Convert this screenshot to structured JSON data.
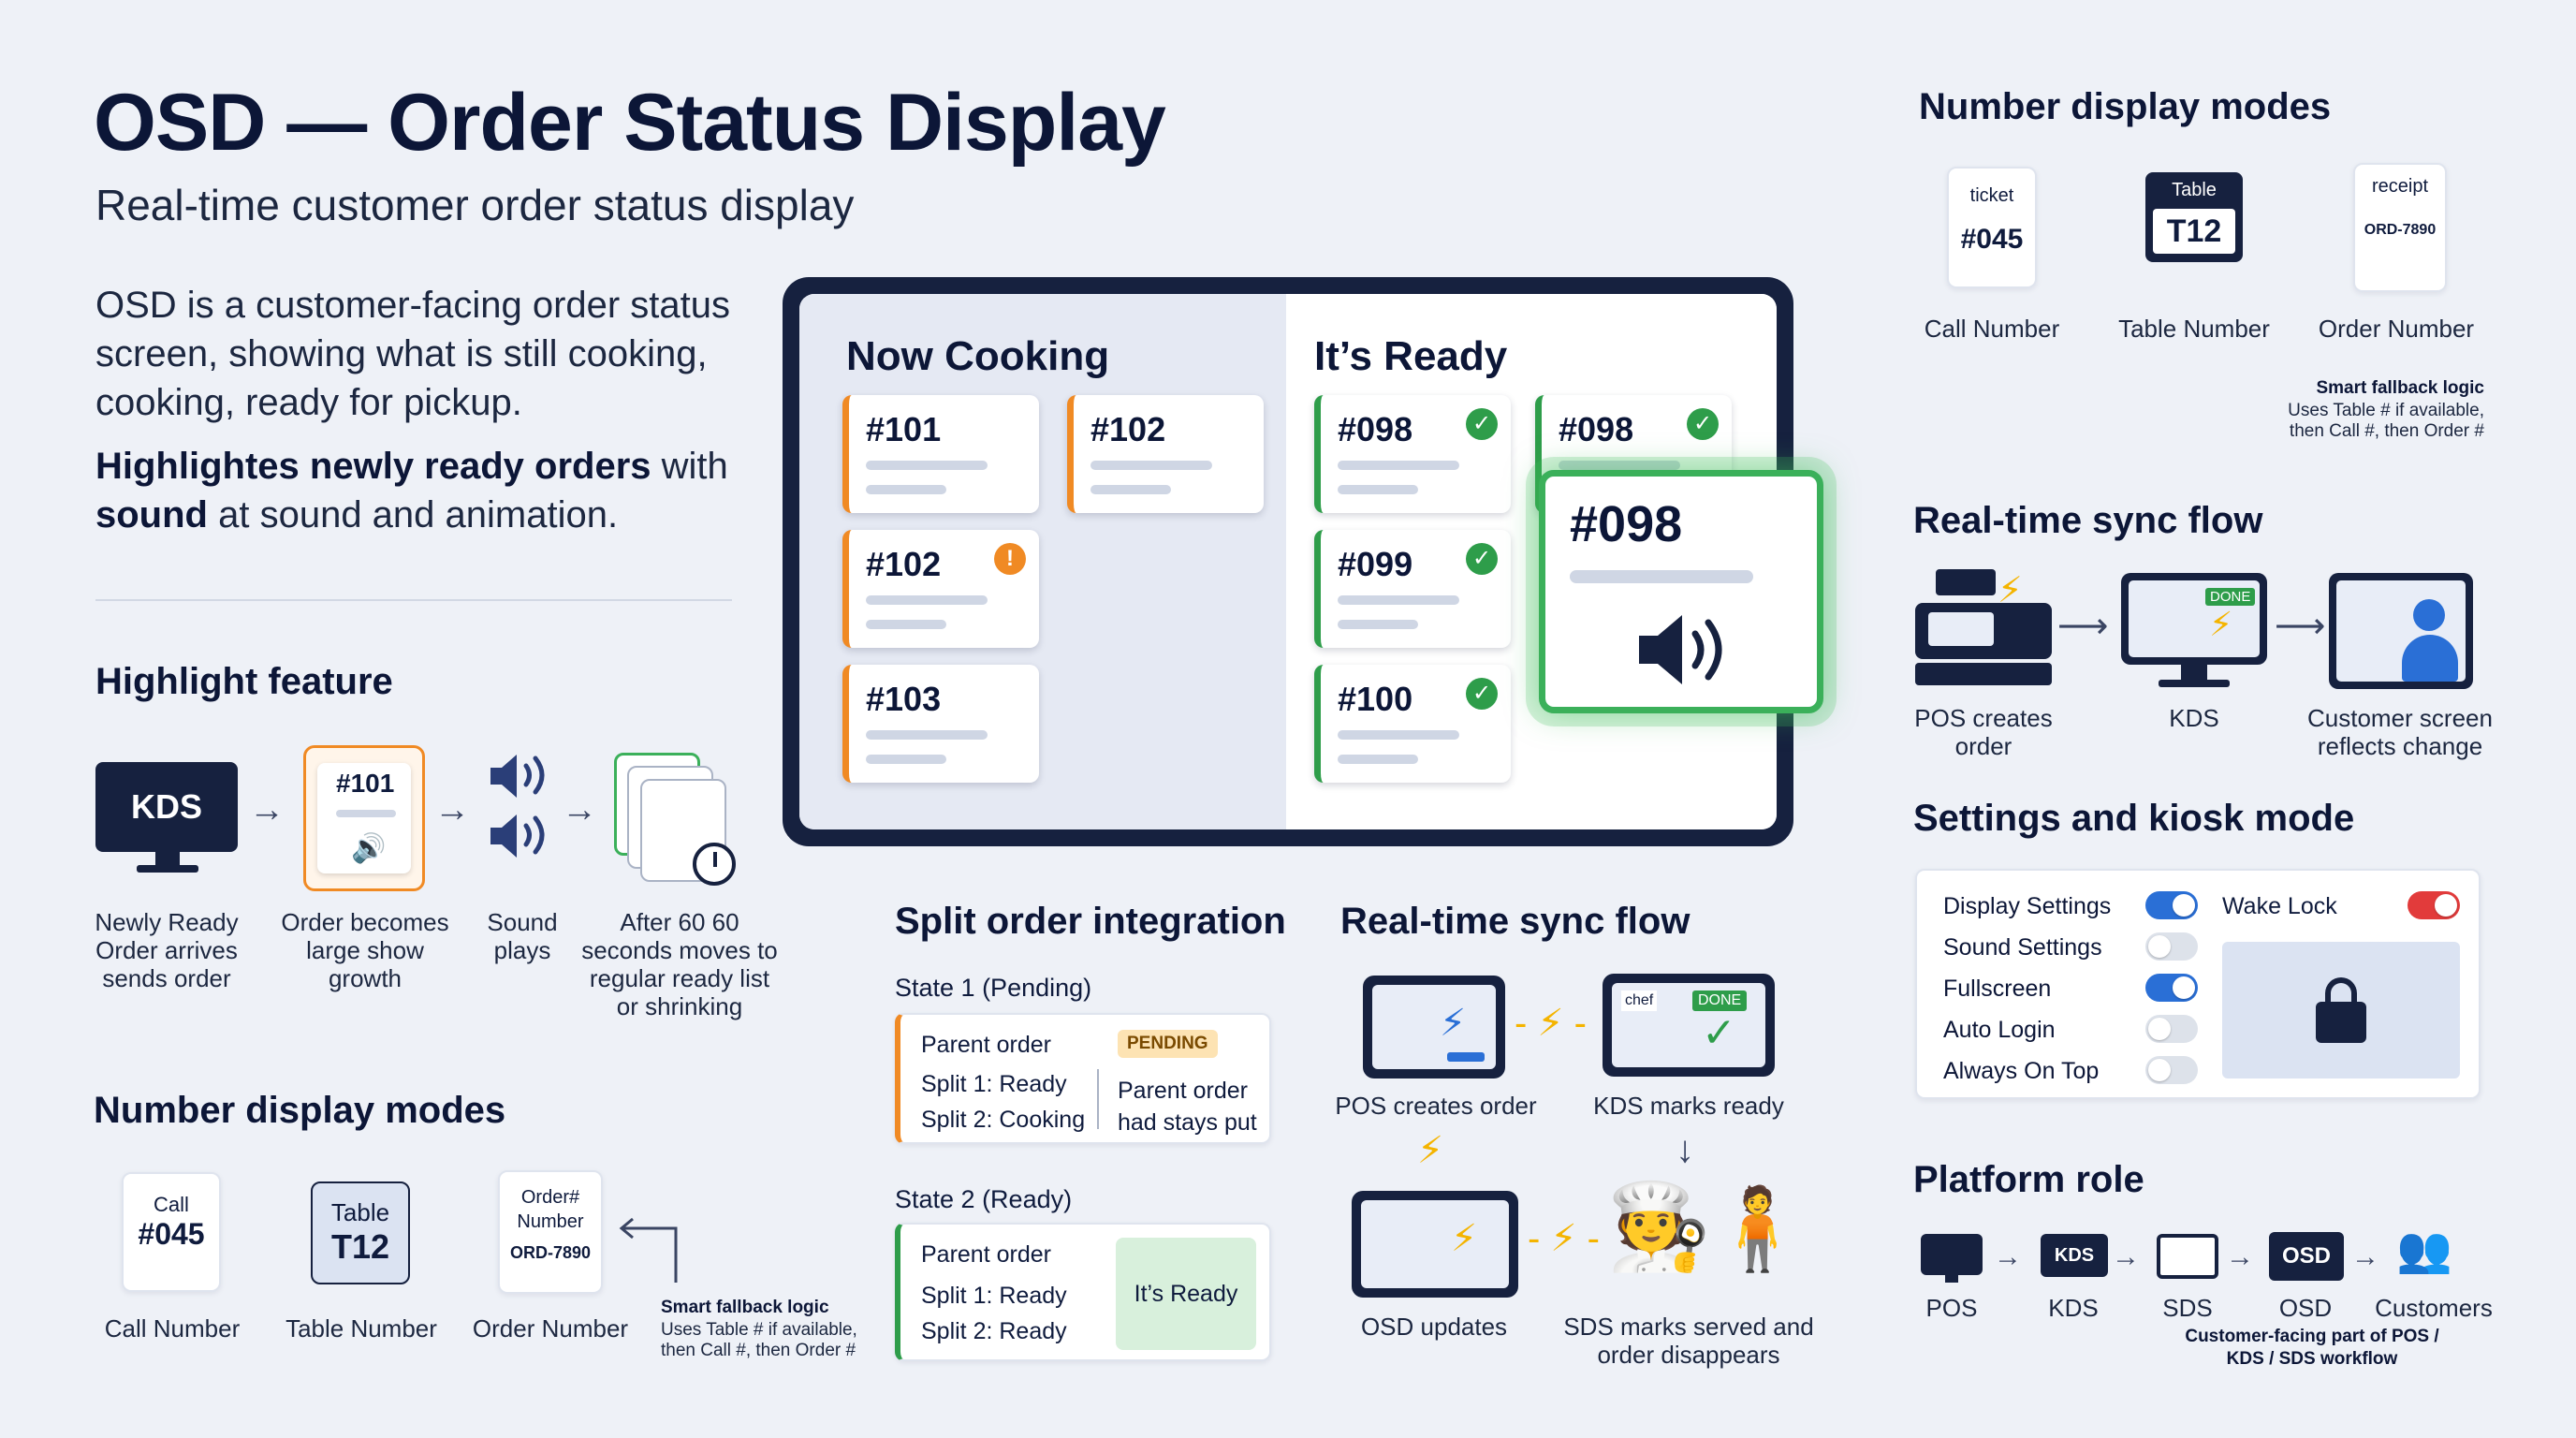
{
  "header": {
    "title": "OSD — Order Status Display",
    "subtitle": "Real-time customer order status display",
    "intro": "OSD is a customer-facing order status screen, showing what is still cooking, cooking, ready for pickup.",
    "hl_1": "Highlightes",
    "hl_2": "newly ready orders",
    "hl_3": "with",
    "hl_4": "sound",
    "hl_5": "at sound and animation."
  },
  "board": {
    "cooking_title": "Now Cooking",
    "ready_title": "It’s Ready",
    "cooking": [
      "#101",
      "#102",
      "#102",
      "#103"
    ],
    "ready": [
      "#098",
      "#098",
      "#099",
      "#100"
    ],
    "highlight": "#098"
  },
  "highlight_feature": {
    "title": "Highlight feature",
    "kds": "KDS",
    "card_num": "#101",
    "steps": [
      "Newly Ready Order arrives sends order",
      "Order becomes large show growth",
      "Sound plays",
      "After 60 60 seconds moves to regular ready list or shrinking"
    ]
  },
  "number_modes_left": {
    "title": "Number display modes",
    "call_label": "Call",
    "call_value": "#045",
    "table_label": "Table",
    "table_value": "T12",
    "order_label": "Order# Number",
    "order_value": "ORD-7890",
    "captions": [
      "Call Number",
      "Table Number",
      "Order Number"
    ],
    "fallback_title": "Smart fallback logic",
    "fallback_text": "Uses Table # if available, then Call #, then Order #"
  },
  "split": {
    "title": "Split order integration",
    "state1": "State 1 (Pending)",
    "state2": "State 2 (Ready)",
    "parent": "Parent order",
    "pending": "PENDING",
    "s1a": "Split 1: Ready",
    "s1b": "Split 2: Cooking",
    "note": "Parent order had stays put",
    "s2a": "Split 1: Ready",
    "s2b": "Split 2: Ready",
    "ready": "It’s Ready"
  },
  "sync_mid": {
    "title": "Real-time sync flow",
    "pos": "POS creates order",
    "kds": "KDS marks ready",
    "osd": "OSD updates",
    "sds": "SDS marks served and order disappears",
    "chef": "chef",
    "done": "DONE"
  },
  "number_modes_right": {
    "title": "Number display modes",
    "ticket_label": "ticket",
    "ticket_value": "#045",
    "table_label": "Table",
    "table_value": "T12",
    "receipt_label": "receipt",
    "receipt_value": "ORD-7890",
    "captions": [
      "Call Number",
      "Table Number",
      "Order Number"
    ],
    "fallback_title": "Smart fallback logic",
    "fallback_text": "Uses Table # if available, then Call #, then Order #"
  },
  "sync_right": {
    "title": "Real-time sync flow",
    "pos": "POS creates order",
    "kds": "KDS",
    "customer": "Customer screen reflects change",
    "done": "DONE"
  },
  "settings": {
    "title": "Settings and kiosk mode",
    "items": [
      {
        "label": "Display Settings",
        "on": true
      },
      {
        "label": "Sound Settings",
        "on": false
      },
      {
        "label": "Fullscreen",
        "on": true
      },
      {
        "label": "Auto Login",
        "on": false
      },
      {
        "label": "Always On Top",
        "on": false
      }
    ],
    "wake_lock": "Wake Lock"
  },
  "platform": {
    "title": "Platform role",
    "items": [
      "POS",
      "KDS",
      "SDS",
      "OSD",
      "Customers"
    ],
    "kds_badge": "KDS",
    "osd_badge": "OSD",
    "caption": "Customer-facing part of POS / KDS / SDS workflow"
  },
  "colors": {
    "navy": "#16213f",
    "orange": "#f08a24",
    "green": "#2e9d4a",
    "blue": "#2a6fd6"
  }
}
